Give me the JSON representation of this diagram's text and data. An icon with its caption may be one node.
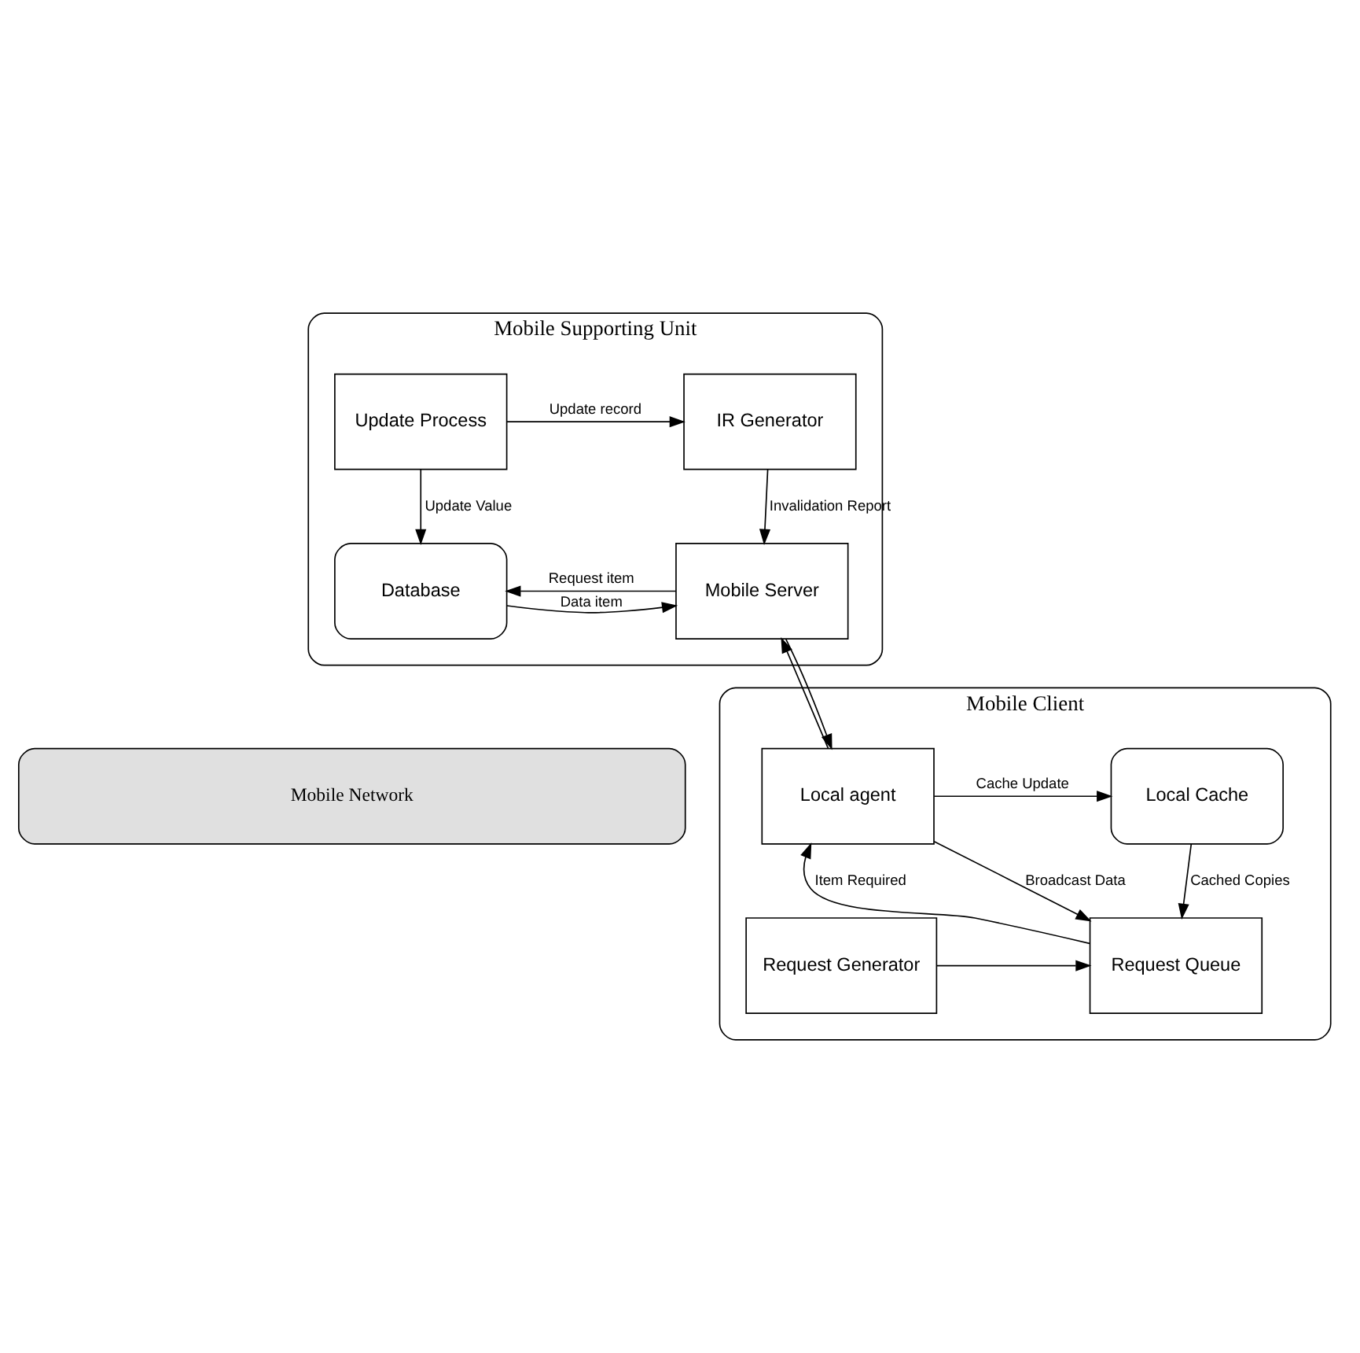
{
  "diagram": {
    "nodes": [
      {
        "text": [
          "Mobile Supporting Unit"
        ]
      },
      {
        "text": [
          "Update Process"
        ],
        "in": 0
      },
      {
        "text": [
          "IR Generator"
        ],
        "in": 0
      },
      {
        "text": [
          "Database"
        ],
        "in": 0
      },
      {
        "text": [
          "Mobile Server"
        ],
        "in": 0
      },
      {
        "text": [
          "Mobile Network"
        ]
      },
      {
        "text": [
          "Mobile Client"
        ]
      },
      {
        "text": [
          "Local Cache"
        ],
        "in": 6
      },
      {
        "text": [
          "Local agent"
        ],
        "in": 6
      },
      {
        "text": [
          "Request Generator"
        ],
        "in": 6
      },
      {
        "text": [
          "Request Queue"
        ],
        "in": 6
      }
    ],
    "edges": [
      {
        "from": 1,
        "to": 2,
        "arrow": "to",
        "label": "Update record"
      },
      {
        "from": 1,
        "to": 3,
        "arrow": "to",
        "label": "Update Value"
      },
      {
        "from": 2,
        "to": 4,
        "arrow": "to",
        "label": "Invalidation Report"
      },
      {
        "from": 3,
        "to": 4,
        "arrow": "to",
        "label": "Data item"
      },
      {
        "from": 4,
        "to": 3,
        "arrow": "to",
        "label": "Request item"
      },
      {
        "from": 8,
        "to": 4,
        "arrow": "to"
      },
      {
        "from": 4,
        "to": 8,
        "arrow": "to"
      },
      {
        "from": 8,
        "to": 7,
        "arrow": "to",
        "label": "Cache Update"
      },
      {
        "from": 7,
        "to": 10,
        "arrow": "to",
        "label": "Cached Copies"
      },
      {
        "from": 10,
        "to": 8,
        "arrow": "to",
        "label": "Item Required"
      },
      {
        "from": 8,
        "to": 10,
        "arrow": "to",
        "label": "Broadcast Data"
      },
      {
        "from": 9,
        "to": 10,
        "arrow": "to"
      }
    ]
  }
}
